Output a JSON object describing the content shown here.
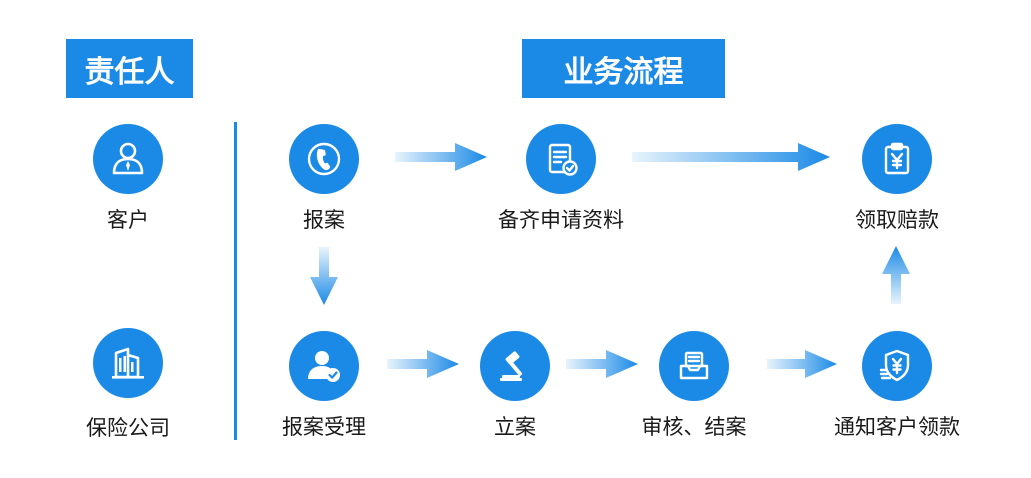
{
  "headers": {
    "responsible": "责任人",
    "process": "业务流程"
  },
  "actors": [
    {
      "label": "客户",
      "icon": "user-icon"
    },
    {
      "label": "保险公司",
      "icon": "building-icon"
    }
  ],
  "steps": {
    "report": {
      "label": "报案",
      "icon": "phone-icon"
    },
    "prepare_docs": {
      "label": "备齐申请资料",
      "icon": "document-check-icon"
    },
    "receive_payment": {
      "label": "领取赔款",
      "icon": "clipboard-yen-icon"
    },
    "accept_report": {
      "label": "报案受理",
      "icon": "user-check-icon"
    },
    "file_case": {
      "label": "立案",
      "icon": "gavel-icon"
    },
    "review_close": {
      "label": "审核、结案",
      "icon": "inbox-icon"
    },
    "notify_customer": {
      "label": "通知客户领款",
      "icon": "shield-yen-icon"
    }
  },
  "colors": {
    "primary": "#1b8ae6",
    "arrow_start": "#e8f4fc",
    "arrow_end": "#1b8ae6"
  }
}
